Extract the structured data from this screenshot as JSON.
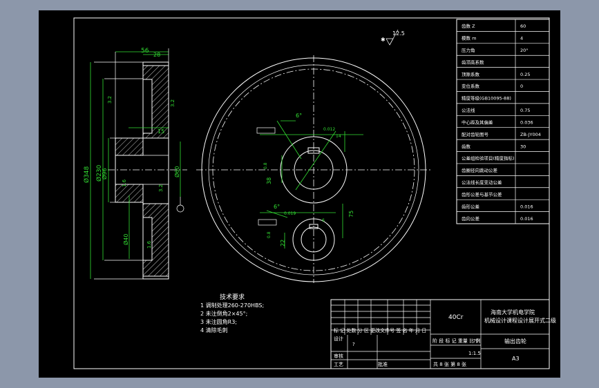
{
  "colors": {
    "frame_bg": "#8c97aa",
    "paper": "#000000",
    "line": "#ffffff",
    "dimension": "#33e033"
  },
  "side_view": {
    "dims": {
      "d56": "56",
      "d28": "28",
      "d15": "15",
      "phi348": "Ø348",
      "phi230": "Ø230",
      "phi96": "Ø96",
      "phi60": "Ø60",
      "phi40": "Ø40",
      "r32a": "3.2",
      "r32b": "3.2",
      "r32c": "3.2",
      "r16a": "1.6",
      "r16b": "1.6"
    }
  },
  "front_view": {
    "roughness": "12.5",
    "chamfer_a": "6°",
    "chamfer_b": "6°",
    "tol_upper": "0.012",
    "tol_lower": "0.019",
    "dim_38": "38",
    "dim_22": "22",
    "dim_75": "75",
    "r_a": "0.8",
    "r_b": "0.8",
    "small_a": "14",
    "small_b": "6"
  },
  "param_table": {
    "rows": [
      {
        "label": "齿数  Z",
        "value": "60"
      },
      {
        "label": "模数  m",
        "value": "4"
      },
      {
        "label": "压力角",
        "value": "20°"
      },
      {
        "label": "齿顶高系数",
        "value": ""
      },
      {
        "label": "顶隙系数",
        "value": "0.25"
      },
      {
        "label": "变位系数",
        "value": "0"
      },
      {
        "label": "精度等级(GB10095-88)",
        "value": ""
      },
      {
        "label": "公法线",
        "value": "0.75"
      },
      {
        "label": "中心距及其偏差",
        "value": "0.036"
      },
      {
        "label": "配对齿轮图号",
        "value": "ZB-JY004"
      },
      {
        "label": "齿数",
        "value": "30"
      },
      {
        "label": "公差组检验项目(精度指标)",
        "value": ""
      },
      {
        "label": "齿圈径向跳动公差",
        "value": ""
      },
      {
        "label": "公法线长度变动公差",
        "value": ""
      },
      {
        "label": "齿形公差与基节公差",
        "value": ""
      },
      {
        "label": "齿形公差",
        "value": "0.016"
      },
      {
        "label": "齿向公差",
        "value": "0.016"
      }
    ]
  },
  "tech_notes": {
    "title": "技术要求",
    "items": [
      "1 调制处理260-270HBS;",
      "2 未注倒角2×45°;",
      "3 未注圆角R3;",
      "4 清除毛刺"
    ]
  },
  "title_block": {
    "material": "40Cr",
    "school": "海南大学机电学院",
    "project": "机械设计课程设计展开式二级",
    "part_name": "输出齿轮",
    "headers": "标 记 处数 分 区 更改文件号 签 名 年 月 日",
    "design": "设计",
    "stage": "阶 段 标 记 重量 比 例",
    "scale": "1:1.5",
    "audit": "审核",
    "process": "工艺",
    "approve": "批准",
    "sheets": "共 8 张  第 8 张",
    "size": "A3",
    "q_mark": "??",
    "designer": "?"
  }
}
